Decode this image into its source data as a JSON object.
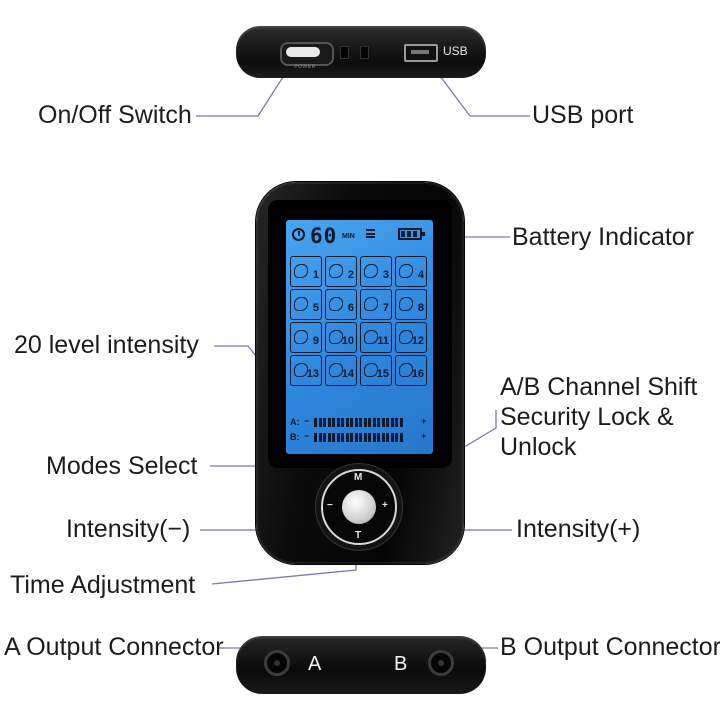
{
  "labels": {
    "on_off_switch": "On/Off Switch",
    "usb_port": "USB port",
    "battery_indicator": "Battery Indicator",
    "level_intensity": "20 level intensity",
    "channel_shift_line1": "A/B Channel Shift",
    "channel_shift_line2": "Security Lock &",
    "channel_shift_line3": "Unlock",
    "modes_select": "Modes Select",
    "intensity_minus": "Intensity(−)",
    "intensity_plus": "Intensity(+)",
    "time_adjustment": "Time Adjustment",
    "a_output": "A Output Connector",
    "b_output": "B Output Connector"
  },
  "device": {
    "usb_text": "USB",
    "switch_text": "POWER",
    "screen": {
      "time": "60",
      "time_unit": "MIN",
      "modes": [
        "1",
        "2",
        "3",
        "4",
        "5",
        "6",
        "7",
        "8",
        "9",
        "10",
        "11",
        "12",
        "13",
        "14",
        "15",
        "16"
      ],
      "channel_a": "A:",
      "channel_b": "B:",
      "minus": "−",
      "plus": "+"
    },
    "keys": {
      "m": "M",
      "t": "T",
      "minus": "−",
      "plus": "+"
    },
    "connector_a": "A",
    "connector_b": "B"
  },
  "colors": {
    "screen_blue": "#3a95e6",
    "device_black": "#0b0b0b",
    "leader_line": "#7a76b8"
  }
}
